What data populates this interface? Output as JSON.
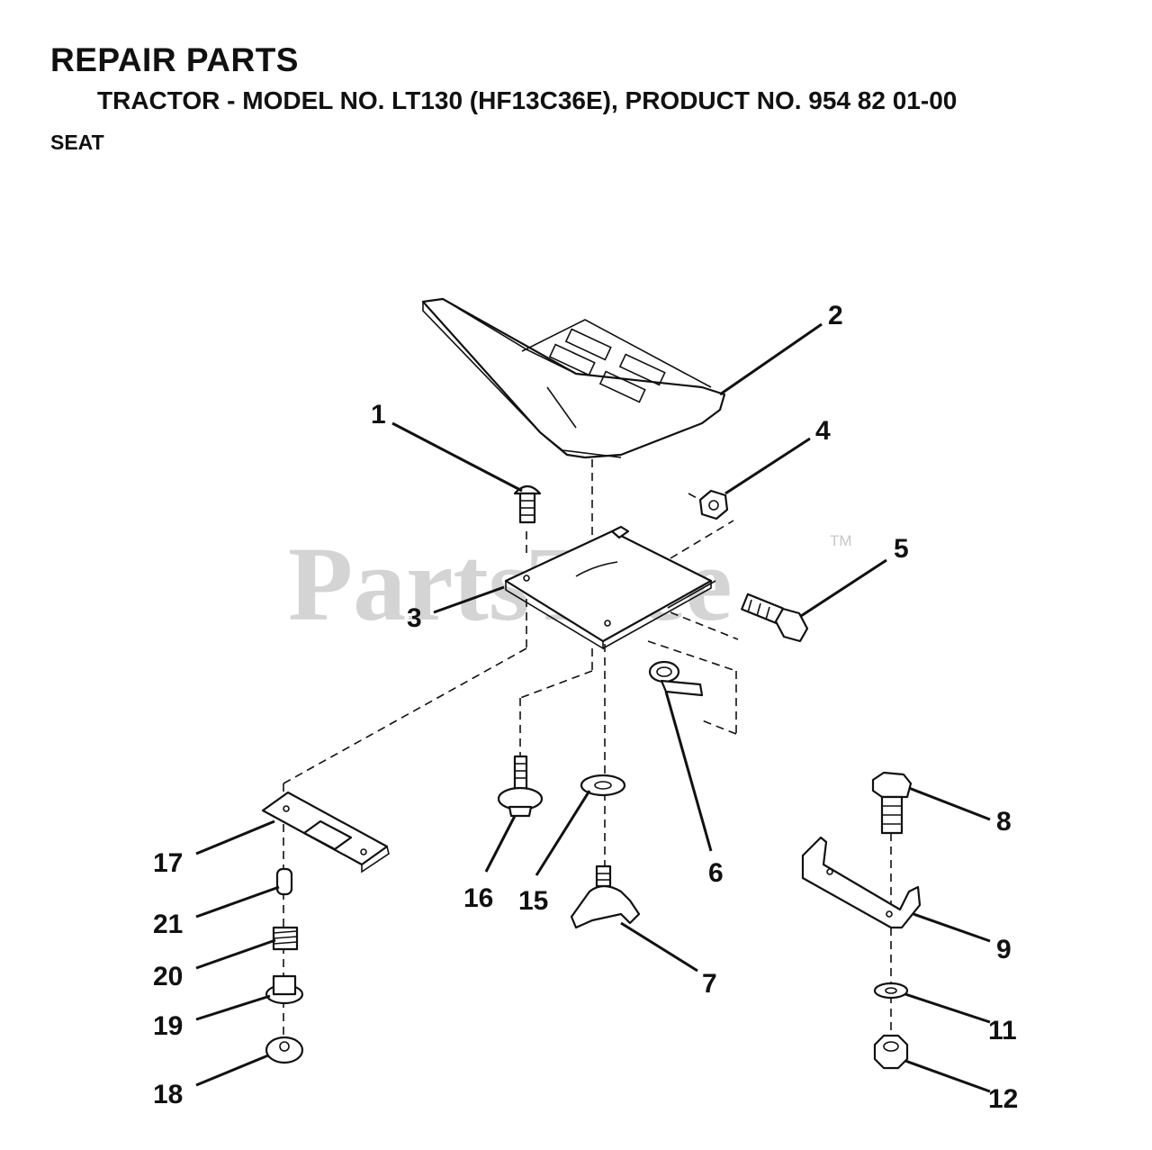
{
  "header": {
    "title": "REPAIR PARTS",
    "subtitle": "TRACTOR - MODEL NO. LT130 (HF13C36E), PRODUCT NO. 954 82 01-00",
    "section": "SEAT"
  },
  "watermark": {
    "text": "PartsTree",
    "tm": "TM"
  },
  "callouts": {
    "c1": "1",
    "c2": "2",
    "c3": "3",
    "c4": "4",
    "c5": "5",
    "c6": "6",
    "c7": "7",
    "c8": "8",
    "c9": "9",
    "c11": "11",
    "c12": "12",
    "c15": "15",
    "c16": "16",
    "c17": "17",
    "c18": "18",
    "c19": "19",
    "c20": "20",
    "c21": "21"
  }
}
